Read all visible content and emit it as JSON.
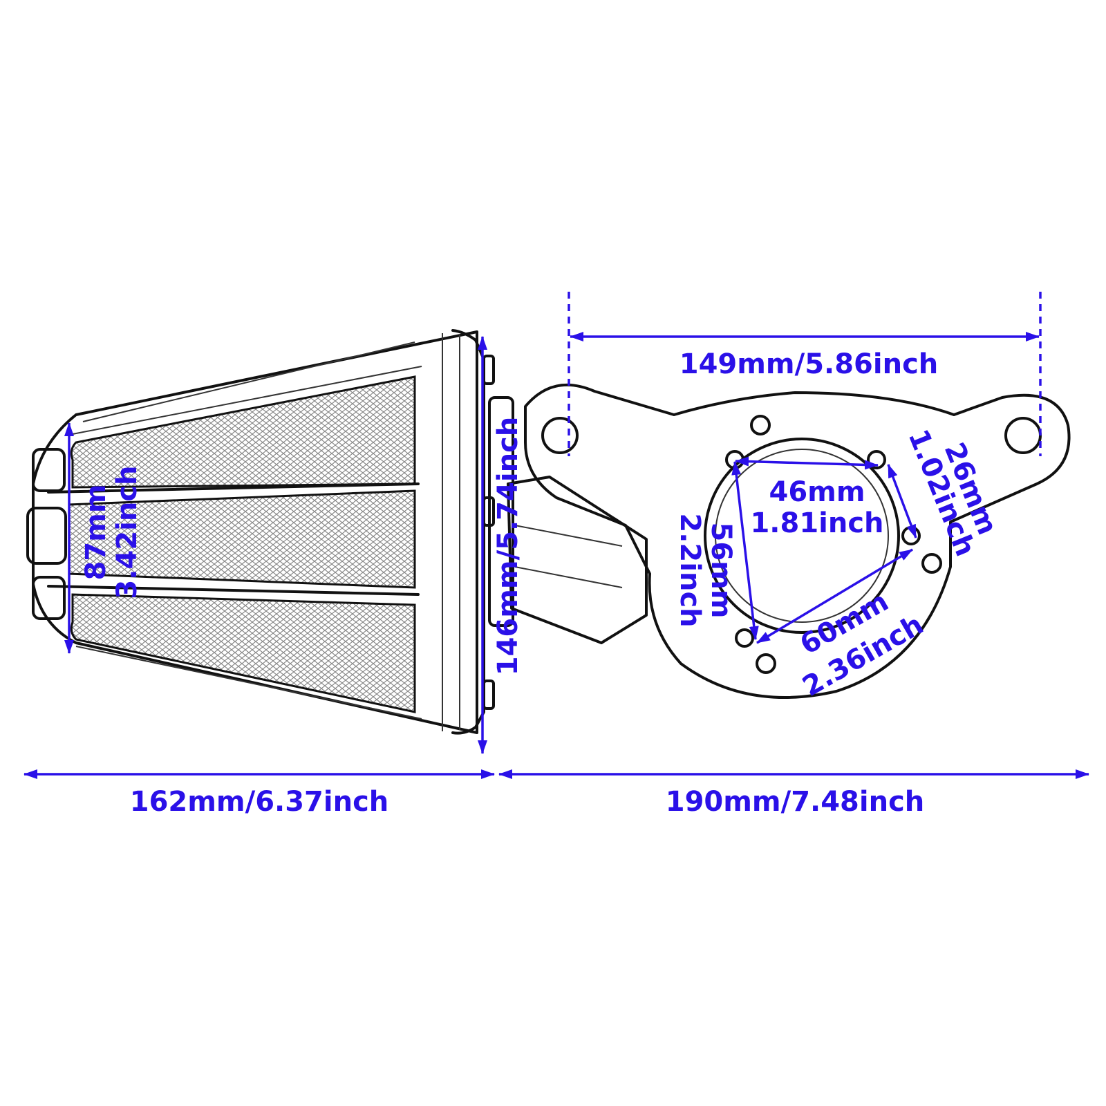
{
  "accent_color": "#2a10e8",
  "labels": {
    "filter_length": "162mm/6.37inch",
    "bracket_length": "190mm/7.48inch",
    "hole_spacing": "149mm/5.86inch",
    "face_height": "146mm/5.74inch",
    "intake_height_mm": "87mm",
    "intake_height_in": "3.42inch",
    "bore_width_mm": "46mm",
    "bore_width_in": "1.81inch",
    "bore_height_mm": "56mm",
    "bore_height_in": "2.2inch",
    "hole_gap_mm": "26mm",
    "hole_gap_in": "1.02inch",
    "diagonal_mm": "60mm",
    "diagonal_in": "2.36inch"
  },
  "icons": {
    "filter": "cone-air-filter-icon",
    "bracket": "mounting-bracket-icon"
  }
}
